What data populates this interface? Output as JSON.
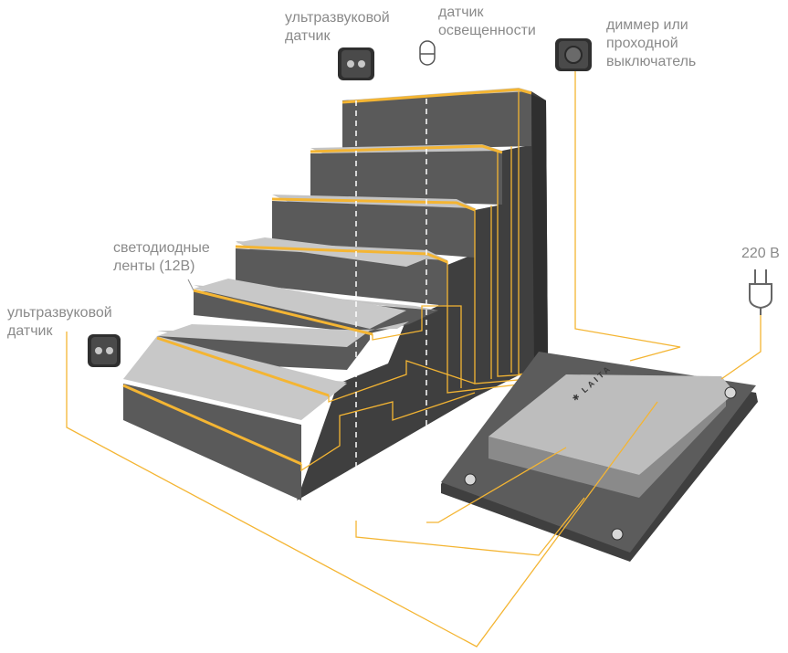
{
  "labels": {
    "ultrasonic_top": [
      "ультразвуковой",
      "датчик"
    ],
    "light_sensor": [
      "датчик",
      "освещенности"
    ],
    "dimmer": [
      "диммер или",
      "проходной",
      "выключатель"
    ],
    "led_strips": [
      "светодиодные",
      "ленты (12В)"
    ],
    "voltage": "220 В",
    "ultrasonic_bottom": [
      "ультразвуковой",
      "датчик"
    ]
  },
  "controller": {
    "brand": "LAITA"
  },
  "colors": {
    "wire": "#f4b533",
    "led": "#f4b533",
    "tread_top": "#c4c4c4",
    "riser": "#5a5a5a",
    "side": "#3f3f3f",
    "label_text": "#8a8a8a"
  },
  "icons": [
    "ultrasonic-sensor-icon",
    "light-sensor-icon",
    "dimmer-icon",
    "plug-icon",
    "controller-logo-icon"
  ]
}
